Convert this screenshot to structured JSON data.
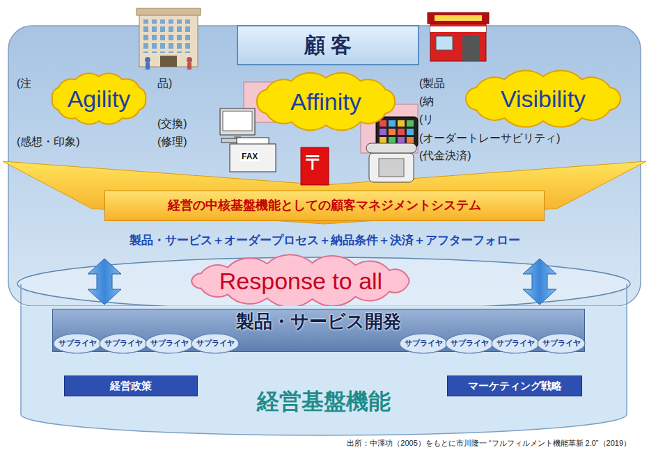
{
  "diagram": {
    "caption": "出所：中澤功（2005）をもとに市川隆一 “フルフィルメント機能革新 2.0”（2019）",
    "nodes": [
      {
        "text": [
          "顧 客"
        ]
      },
      {
        "text": [
          "Agility"
        ]
      },
      {
        "text": [
          "Affinity"
        ]
      },
      {
        "text": [
          "Visibility"
        ]
      },
      {
        "text": [
          "経営の中核基盤機能としての顧客マネジメントシステム"
        ]
      },
      {
        "text": [
          "Response to all"
        ]
      },
      {
        "text": [
          "経営基盤機能"
        ]
      },
      {
        "text": [
          "製品・サービス開発"
        ],
        "in": 6
      },
      {
        "text": [
          "サプライヤ"
        ],
        "in": 7
      },
      {
        "text": [
          "サプライヤ"
        ],
        "in": 7
      },
      {
        "text": [
          "サプライヤ"
        ],
        "in": 7
      },
      {
        "text": [
          "サプライヤ"
        ],
        "in": 7
      },
      {
        "text": [
          "サプライヤ"
        ],
        "in": 7
      },
      {
        "text": [
          "サプライヤ"
        ],
        "in": 7
      },
      {
        "text": [
          "サプライヤ"
        ],
        "in": 7
      },
      {
        "text": [
          "サプライヤ"
        ],
        "in": 7
      },
      {
        "text": [
          "経営政策"
        ],
        "in": 6
      },
      {
        "text": [
          "マーケティング戦略"
        ],
        "in": 6
      }
    ],
    "labels": [
      "(注",
      "品)",
      "(交換)",
      "(修理)",
      "(感想・印象)",
      "(製品",
      "(納",
      "(リ",
      "(オーダートレーサビリティ)",
      "(代金決済)",
      "FAX",
      "〒",
      "製品・サービス＋オーダープロセス＋納品条件＋決済＋アフターフォロー"
    ]
  }
}
